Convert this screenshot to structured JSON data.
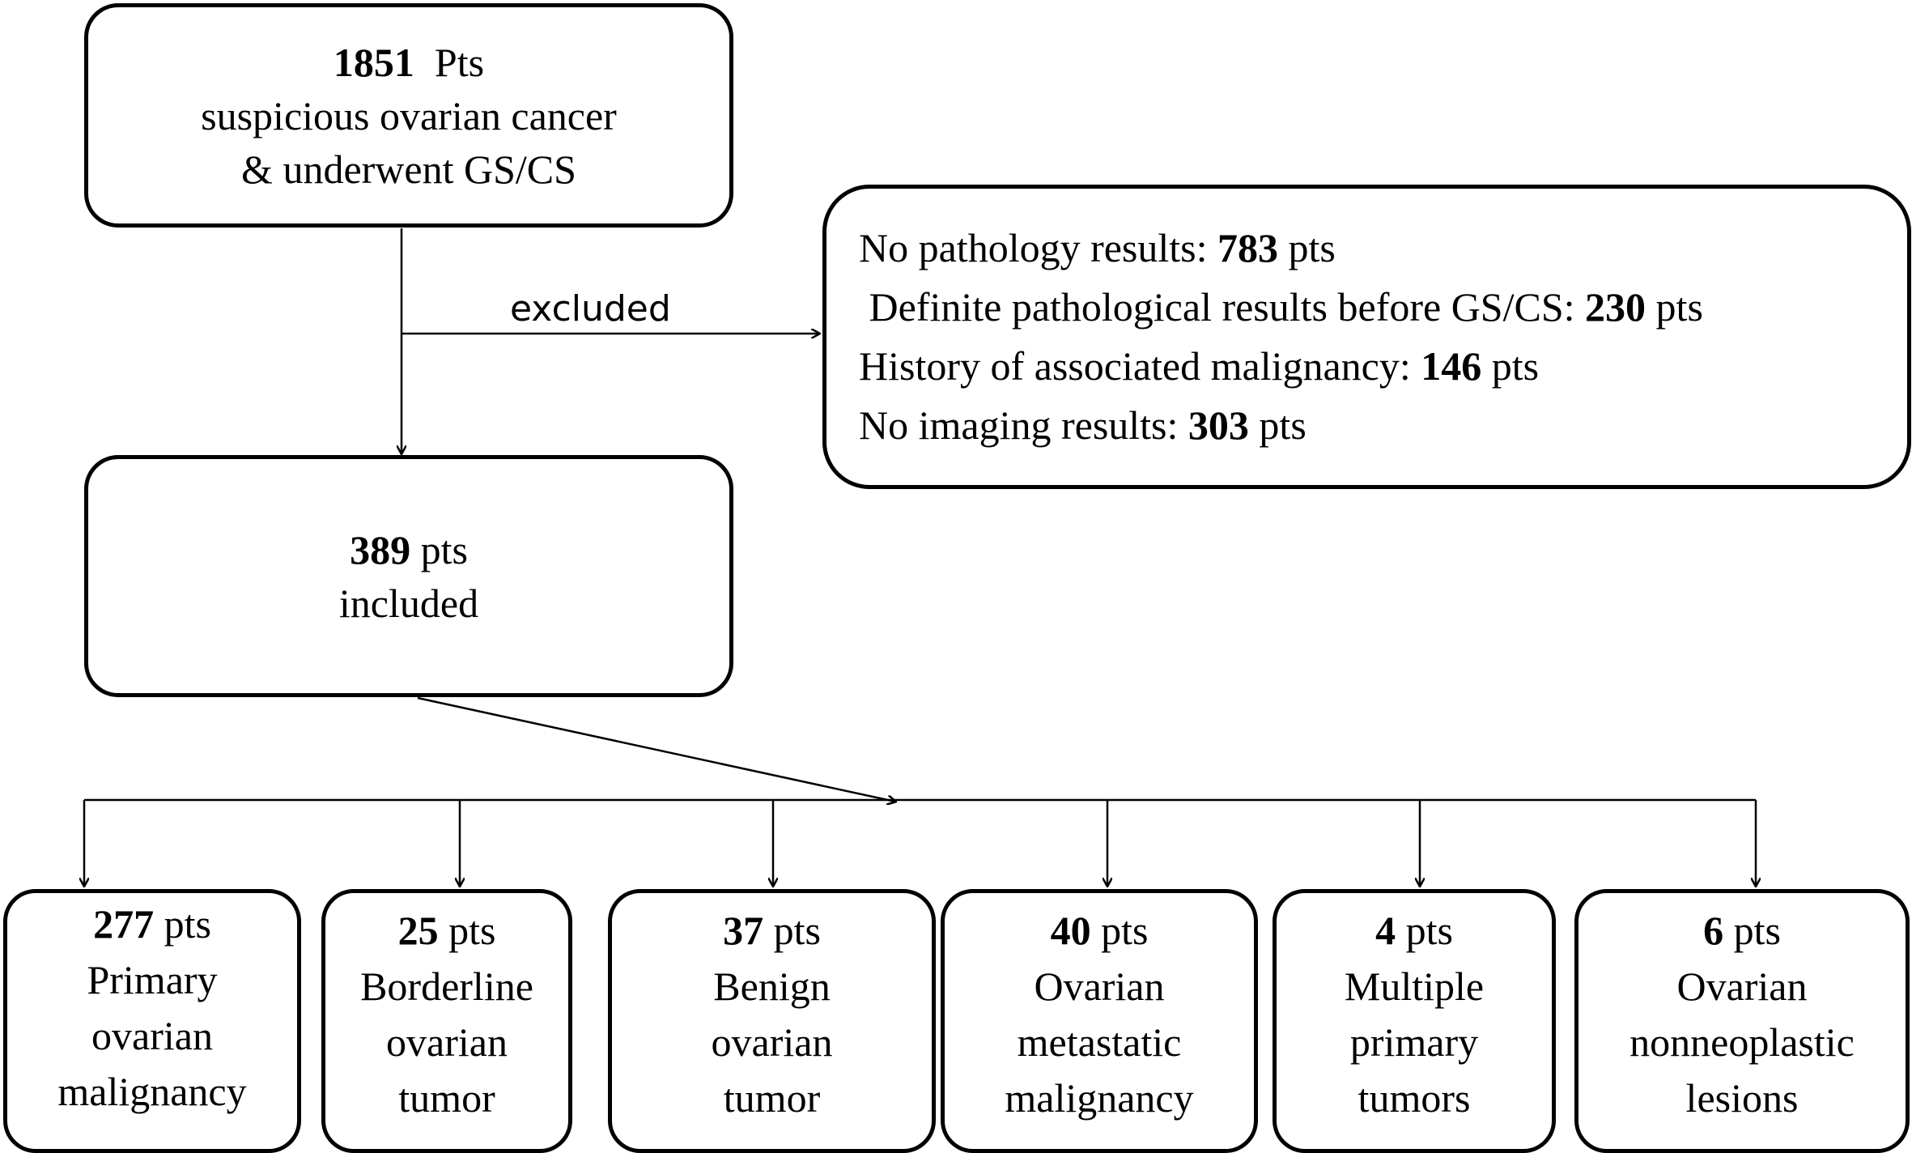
{
  "start_box": {
    "count": "1851",
    "unit": "Pts",
    "line2": "suspicious ovarian cancer",
    "line3": "& underwent GS/CS"
  },
  "exclusion_label": "excluded",
  "excluded_box": {
    "items": [
      {
        "text": "No pathology results:",
        "count": "783",
        "unit": "pts"
      },
      {
        "text": "Definite pathological results before GS/CS:",
        "count": "230",
        "unit": "pts"
      },
      {
        "text": "History of associated malignancy:",
        "count": "146",
        "unit": "pts"
      },
      {
        "text": "No imaging results:",
        "count": "303",
        "unit": "pts"
      }
    ]
  },
  "included_box": {
    "count": "389",
    "unit": "pts",
    "label": "included"
  },
  "categories": [
    {
      "count": "277",
      "unit": "pts",
      "lines": [
        "Primary",
        "ovarian",
        "malignancy"
      ]
    },
    {
      "count": "25",
      "unit": "pts",
      "lines": [
        "Borderline",
        "ovarian",
        "tumor"
      ]
    },
    {
      "count": "37",
      "unit": "pts",
      "lines": [
        "Benign",
        "ovarian",
        "tumor"
      ]
    },
    {
      "count": "40",
      "unit": "pts",
      "lines": [
        "Ovarian",
        "metastatic",
        "malignancy"
      ]
    },
    {
      "count": "4",
      "unit": "pts",
      "lines": [
        "Multiple",
        "primary",
        "tumors"
      ]
    },
    {
      "count": "6",
      "unit": "pts",
      "lines": [
        "Ovarian",
        "nonneoplastic",
        "lesions"
      ]
    }
  ]
}
